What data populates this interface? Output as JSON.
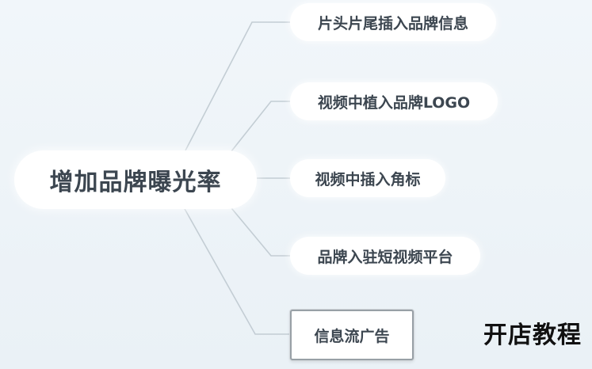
{
  "mindmap": {
    "root": {
      "label": "增加品牌曝光率"
    },
    "branches": [
      {
        "label": "片头片尾插入品牌信息"
      },
      {
        "label": "视频中植入品牌LOGO"
      },
      {
        "label": "视频中插入角标"
      },
      {
        "label": "品牌入驻短视频平台"
      },
      {
        "label": "信息流广告"
      }
    ]
  },
  "watermark": {
    "text": "开店教程"
  },
  "colors": {
    "background": "#edf3f8",
    "node_fill": "#ffffff",
    "node_text": "#3c4650",
    "connector": "#c3cdd4",
    "selected_border": "#98a0a6"
  }
}
